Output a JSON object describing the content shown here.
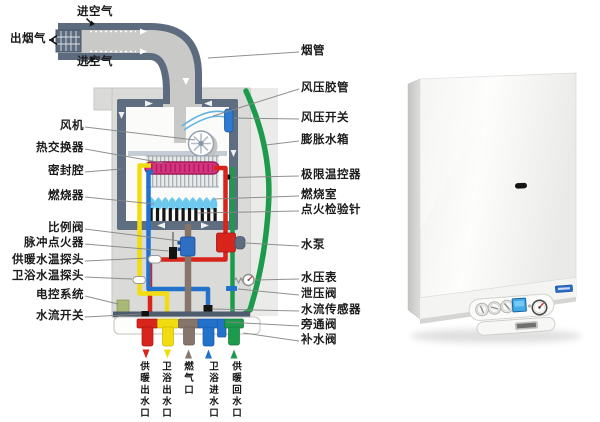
{
  "diagram": {
    "flow_labels": {
      "air_in_top": "进空气",
      "smoke_out": "出烟气",
      "air_in_bottom": "进空气"
    },
    "left_labels": [
      "风机",
      "热交换器",
      "密封腔",
      "燃烧器",
      "比例阀",
      "脉冲点火器",
      "供暖水温探头",
      "卫浴水温探头",
      "电控系统",
      "水流开关"
    ],
    "right_labels": [
      "烟管",
      "风压胶管",
      "风压开关",
      "膨胀水箱",
      "极限温控器",
      "燃烧室",
      "点火检验针",
      "水泵",
      "水压表",
      "泄压阀",
      "水流传感器",
      "旁通阀",
      "补水阀"
    ],
    "ports": [
      {
        "label": "供暖出水口",
        "direction": "out",
        "color": "#d8251c"
      },
      {
        "label": "卫浴出水口",
        "direction": "out",
        "color": "#f0dc10"
      },
      {
        "label": "燃气口",
        "direction": "in",
        "color": "#86756a"
      },
      {
        "label": "卫浴进水口",
        "direction": "in",
        "color": "#2272cc"
      },
      {
        "label": "供暖回水口",
        "direction": "in",
        "color": "#1d9b4d"
      }
    ],
    "colors": {
      "chamber": "#5e6d80",
      "duct": "#c9c9c7",
      "heat_exchanger": "#d8347e",
      "flame": "#6fc9ef",
      "control_board": "#a9b874",
      "valve_blue": "#2e6fc4",
      "pump_red": "#d8251c",
      "expansion_green": "#1d9b4d"
    }
  },
  "photo": {
    "badge_color": "#2a6bc8"
  }
}
